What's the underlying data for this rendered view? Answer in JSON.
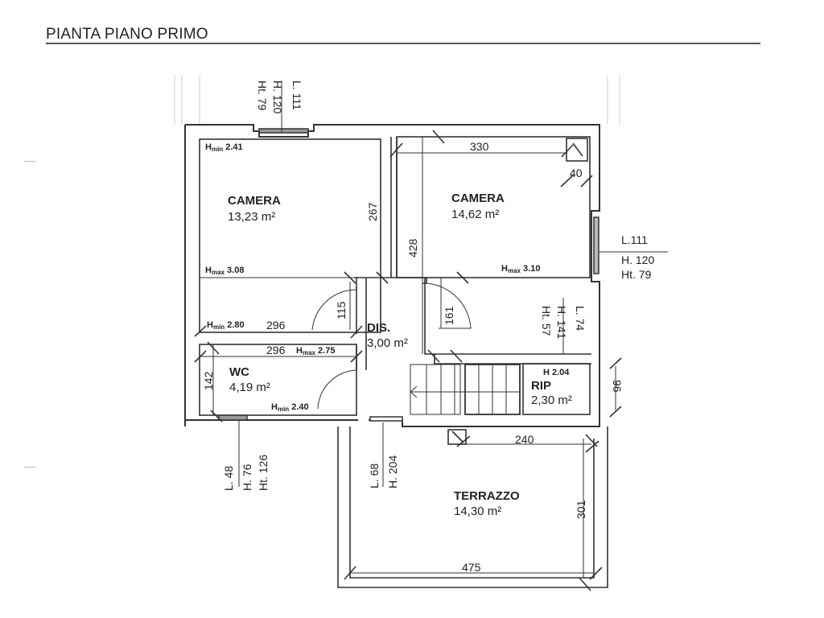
{
  "drawing": {
    "title": "PIANTA PIANO PRIMO",
    "line_color": "#333333",
    "background": "#ffffff"
  },
  "rooms": {
    "camera1": {
      "name": "CAMERA",
      "area": "13,23 m²",
      "h_min": "2.41",
      "h_max": "3.08",
      "dim_height": "267"
    },
    "camera2": {
      "name": "CAMERA",
      "area": "14,62 m²",
      "h_max": "3.10",
      "dim_width": "330",
      "dim_depth": "428",
      "dim_niche": "40"
    },
    "dis": {
      "name": "DIS.",
      "area": "3,00 m²",
      "dim_door1": "115",
      "dim_door2": "161"
    },
    "wc": {
      "name": "WC",
      "area": "4,19 m²",
      "h_min": "2.40",
      "h_max": "2.75",
      "dim_width": "296",
      "dim_height": "142"
    },
    "corridor": {
      "h_min": "2.80",
      "dim_width": "296"
    },
    "rip": {
      "name": "RIP",
      "area": "2,30 m²",
      "h": "H 2.04"
    },
    "terrazzo": {
      "name": "TERRAZZO",
      "area": "14,30 m²",
      "dim_width": "475",
      "dim_depth": "301",
      "dim_top": "240"
    }
  },
  "labels": {
    "h_min_prefix": "H",
    "h_min_sub": "min",
    "h_max_sub": "max",
    "dim_96": "96"
  },
  "windows": {
    "top": [
      "L. 111",
      "H. 120",
      "Ht. 79"
    ],
    "right": [
      "L.111",
      "H. 120",
      "Ht. 79"
    ],
    "inner": [
      "L. 74",
      "H. 141",
      "Ht. 57"
    ],
    "wc_bottom": [
      "L. 48",
      "H. 76",
      "Ht. 126"
    ],
    "door_bottom": [
      "L. 68",
      "H. 204"
    ]
  }
}
